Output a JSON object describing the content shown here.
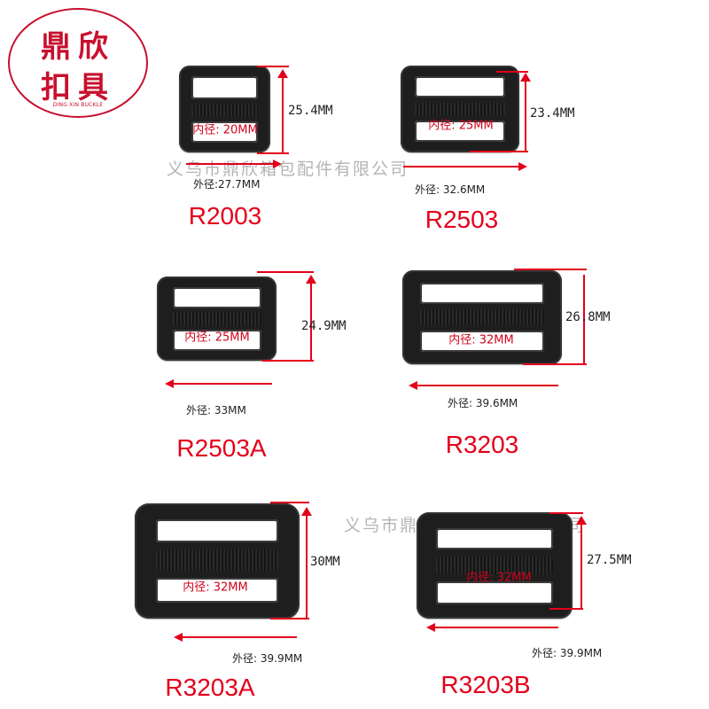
{
  "logo": {
    "line1": "鼎欣",
    "line2": "扣具",
    "english": "DING XIN BUCKLE"
  },
  "watermark": "义乌市鼎欣箱包配件有限公司",
  "colors": {
    "accent_red": "#e3001b",
    "buckle_black": "#1e1e1e",
    "seal_red": "#c8102e"
  },
  "buckles": [
    {
      "model": "R2003",
      "inner": "内径: 20MM",
      "height": "25.4MM",
      "outer": "外径:27.7MM"
    },
    {
      "model": "R2503",
      "inner": "内径: 25MM",
      "height": "23.4MM",
      "outer": "外径: 32.6MM"
    },
    {
      "model": "R2503A",
      "inner": "内径: 25MM",
      "height": "24.9MM",
      "outer": "外径: 33MM"
    },
    {
      "model": "R3203",
      "inner": "内径: 32MM",
      "height": "26.8MM",
      "outer": "外径: 39.6MM"
    },
    {
      "model": "R3203A",
      "inner": "内径: 32MM",
      "height": "30MM",
      "outer": "外径: 39.9MM"
    },
    {
      "model": "R3203B",
      "inner": "内径: 32MM",
      "height": "27.5MM",
      "outer": "外径: 39.9MM"
    }
  ]
}
